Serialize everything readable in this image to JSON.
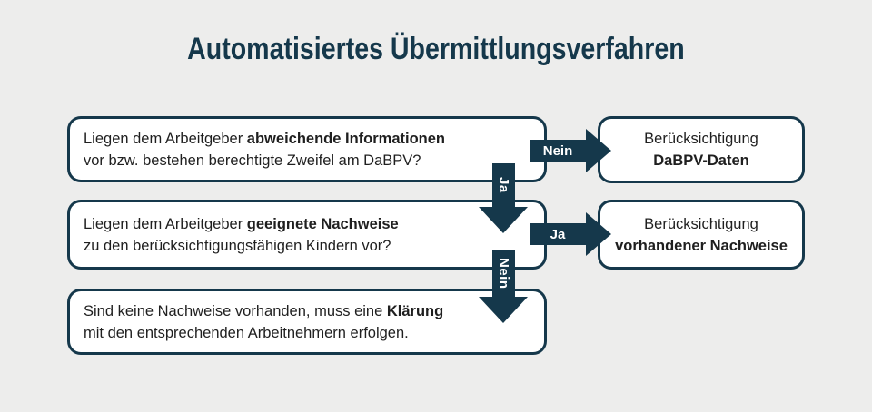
{
  "title": "Automatisiertes Übermittlungsverfahren",
  "colors": {
    "accent": "#15384b",
    "background": "#ededec",
    "box_fill": "#ffffff",
    "box_text": "#1f1f1f",
    "arrow_label_text": "#ffffff"
  },
  "questions": [
    {
      "line1_normal": "Liegen dem Arbeitgeber ",
      "line1_bold": "abweichende Informationen",
      "line2": "vor bzw. bestehen berechtigte Zweifel am DaBPV?"
    },
    {
      "line1_normal": "Liegen dem Arbeitgeber ",
      "line1_bold": "geeignete Nachweise",
      "line2": "zu den berücksichtigungsfähigen Kindern vor?"
    },
    {
      "line1_normal": "Sind keine Nachweise vorhanden, muss eine ",
      "line1_bold": "Klärung",
      "line2": "mit den entsprechenden Arbeitnehmern erfolgen."
    }
  ],
  "results": [
    {
      "line1": "Berücksichtigung",
      "line2_bold": "DaBPV-Daten"
    },
    {
      "line1": "Berücksichtigung",
      "line2_bold": "vorhandener Nachweise"
    }
  ],
  "arrows": {
    "h1_label": "Nein",
    "h2_label": "Ja",
    "v1_label": "Ja",
    "v2_label": "Nein"
  }
}
